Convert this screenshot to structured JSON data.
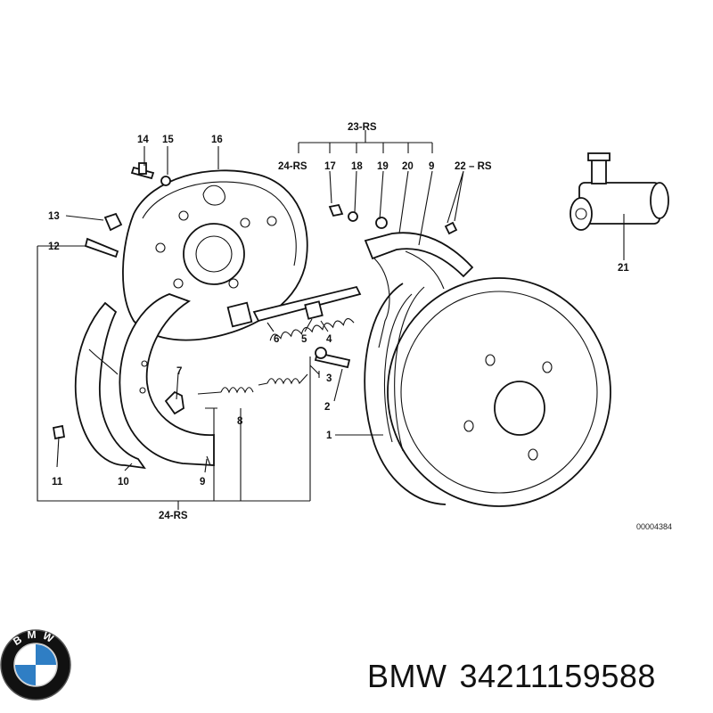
{
  "callouts": {
    "c1": "1",
    "c2": "2",
    "c3": "3",
    "c4": "4",
    "c5": "5",
    "c6": "6",
    "c7": "7",
    "c8": "8",
    "c9a": "9",
    "c9b": "9",
    "c10": "10",
    "c11": "11",
    "c12": "12",
    "c13": "13",
    "c14": "14",
    "c15": "15",
    "c16": "16",
    "c17": "17",
    "c18": "18",
    "c19": "19",
    "c20": "20",
    "c21": "21",
    "c22": "22 – RS",
    "c23": "23-RS",
    "c24top": "24-RS",
    "c24bottom": "24-RS"
  },
  "diagram_ref": "00004384",
  "brand": {
    "name": "BMW",
    "part_number": "34211159588"
  },
  "logo": {
    "letters": "BMW",
    "colors": {
      "blue": "#2f7ec4",
      "white": "#ffffff",
      "ring": "#111111"
    }
  }
}
